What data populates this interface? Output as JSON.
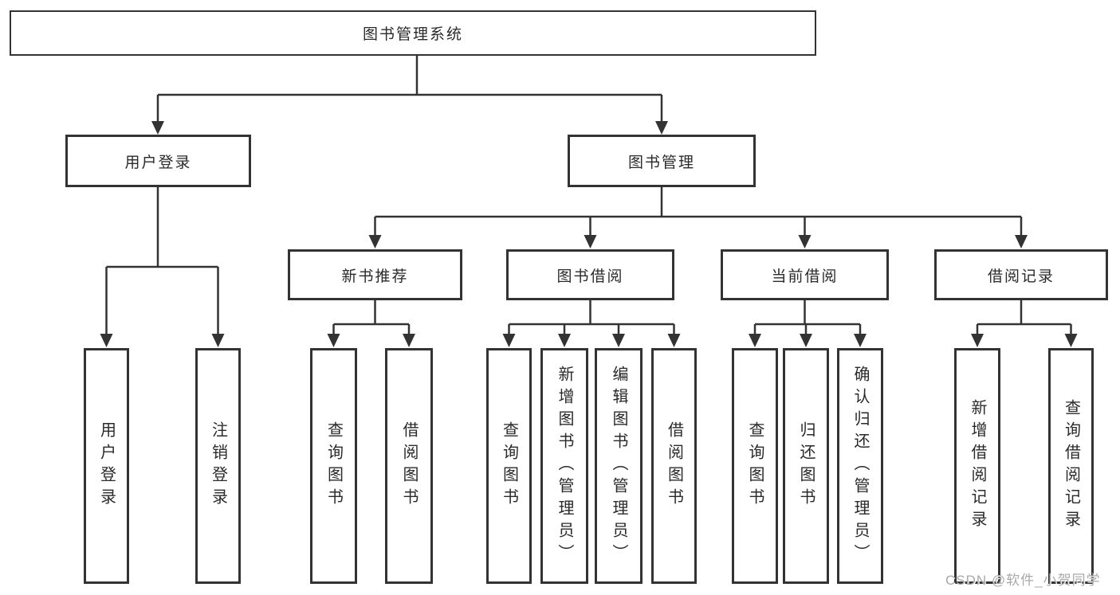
{
  "diagram": {
    "root": {
      "label": "图书管理系统"
    },
    "level2": [
      {
        "label": "用户登录"
      },
      {
        "label": "图书管理"
      }
    ],
    "level3": [
      {
        "label": "新书推荐"
      },
      {
        "label": "图书借阅"
      },
      {
        "label": "当前借阅"
      },
      {
        "label": "借阅记录"
      }
    ],
    "leaves": [
      {
        "label": "用户登录"
      },
      {
        "label": "注销登录"
      },
      {
        "label": "查询图书"
      },
      {
        "label": "借阅图书"
      },
      {
        "label": "查询图书"
      },
      {
        "label": "新增图书（管理员）"
      },
      {
        "label": "编辑图书（管理员）"
      },
      {
        "label": "借阅图书"
      },
      {
        "label": "查询图书"
      },
      {
        "label": "归还图书"
      },
      {
        "label": "确认归还（管理员）"
      },
      {
        "label": "新增借阅记录"
      },
      {
        "label": "查询借阅记录"
      }
    ]
  },
  "watermark": {
    "text": "CSDN @软件_小贺同学"
  },
  "colors": {
    "line": "#333333",
    "box_border": "#333333",
    "box_background": "#ffffff",
    "text": "#2a2a2a",
    "watermark": "#a9a9a9"
  }
}
